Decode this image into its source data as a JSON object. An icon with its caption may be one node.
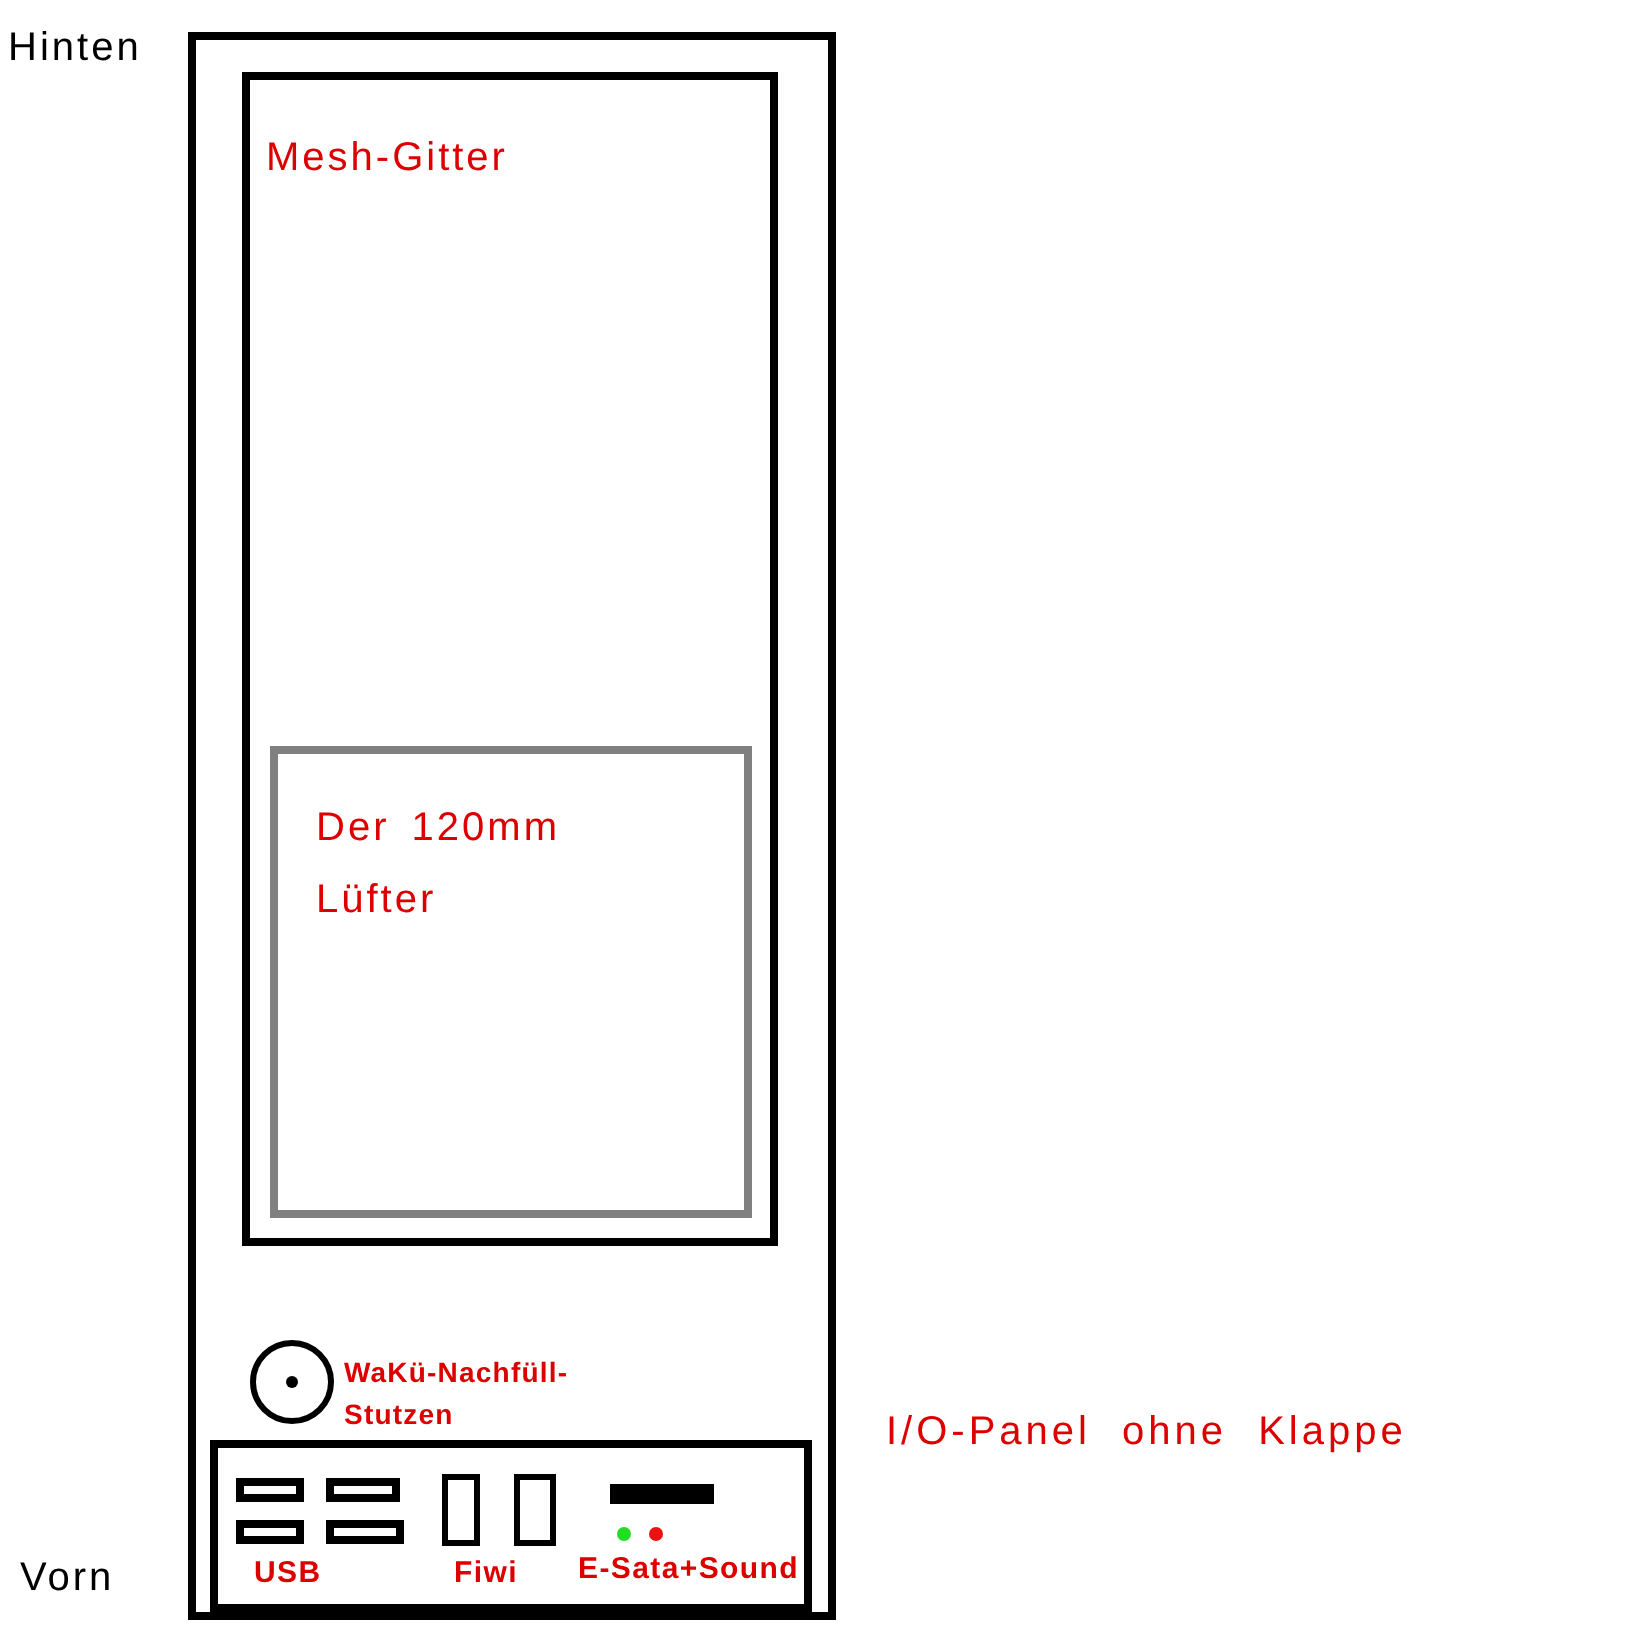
{
  "diagram": {
    "nodes": [
      {
        "text": [],
        "shape": "box"
      },
      {
        "text": [
          "Mesh-Gitter"
        ],
        "in": 0
      },
      {
        "text": [
          "Der 120mm Lüfter"
        ],
        "in": 1
      },
      {
        "text": [],
        "shape": "circle",
        "in": 0,
        "beside": [
          "WaKü-Nachfüll-Stutzen"
        ]
      },
      {
        "text": [],
        "shape": "box",
        "in": 0,
        "beside": [
          "I/O-Panel ohne Klappe"
        ]
      }
    ],
    "labels": [
      "Hinten",
      "Vorn",
      "USB",
      "Fiwi",
      "E-Sata+Sound"
    ]
  }
}
